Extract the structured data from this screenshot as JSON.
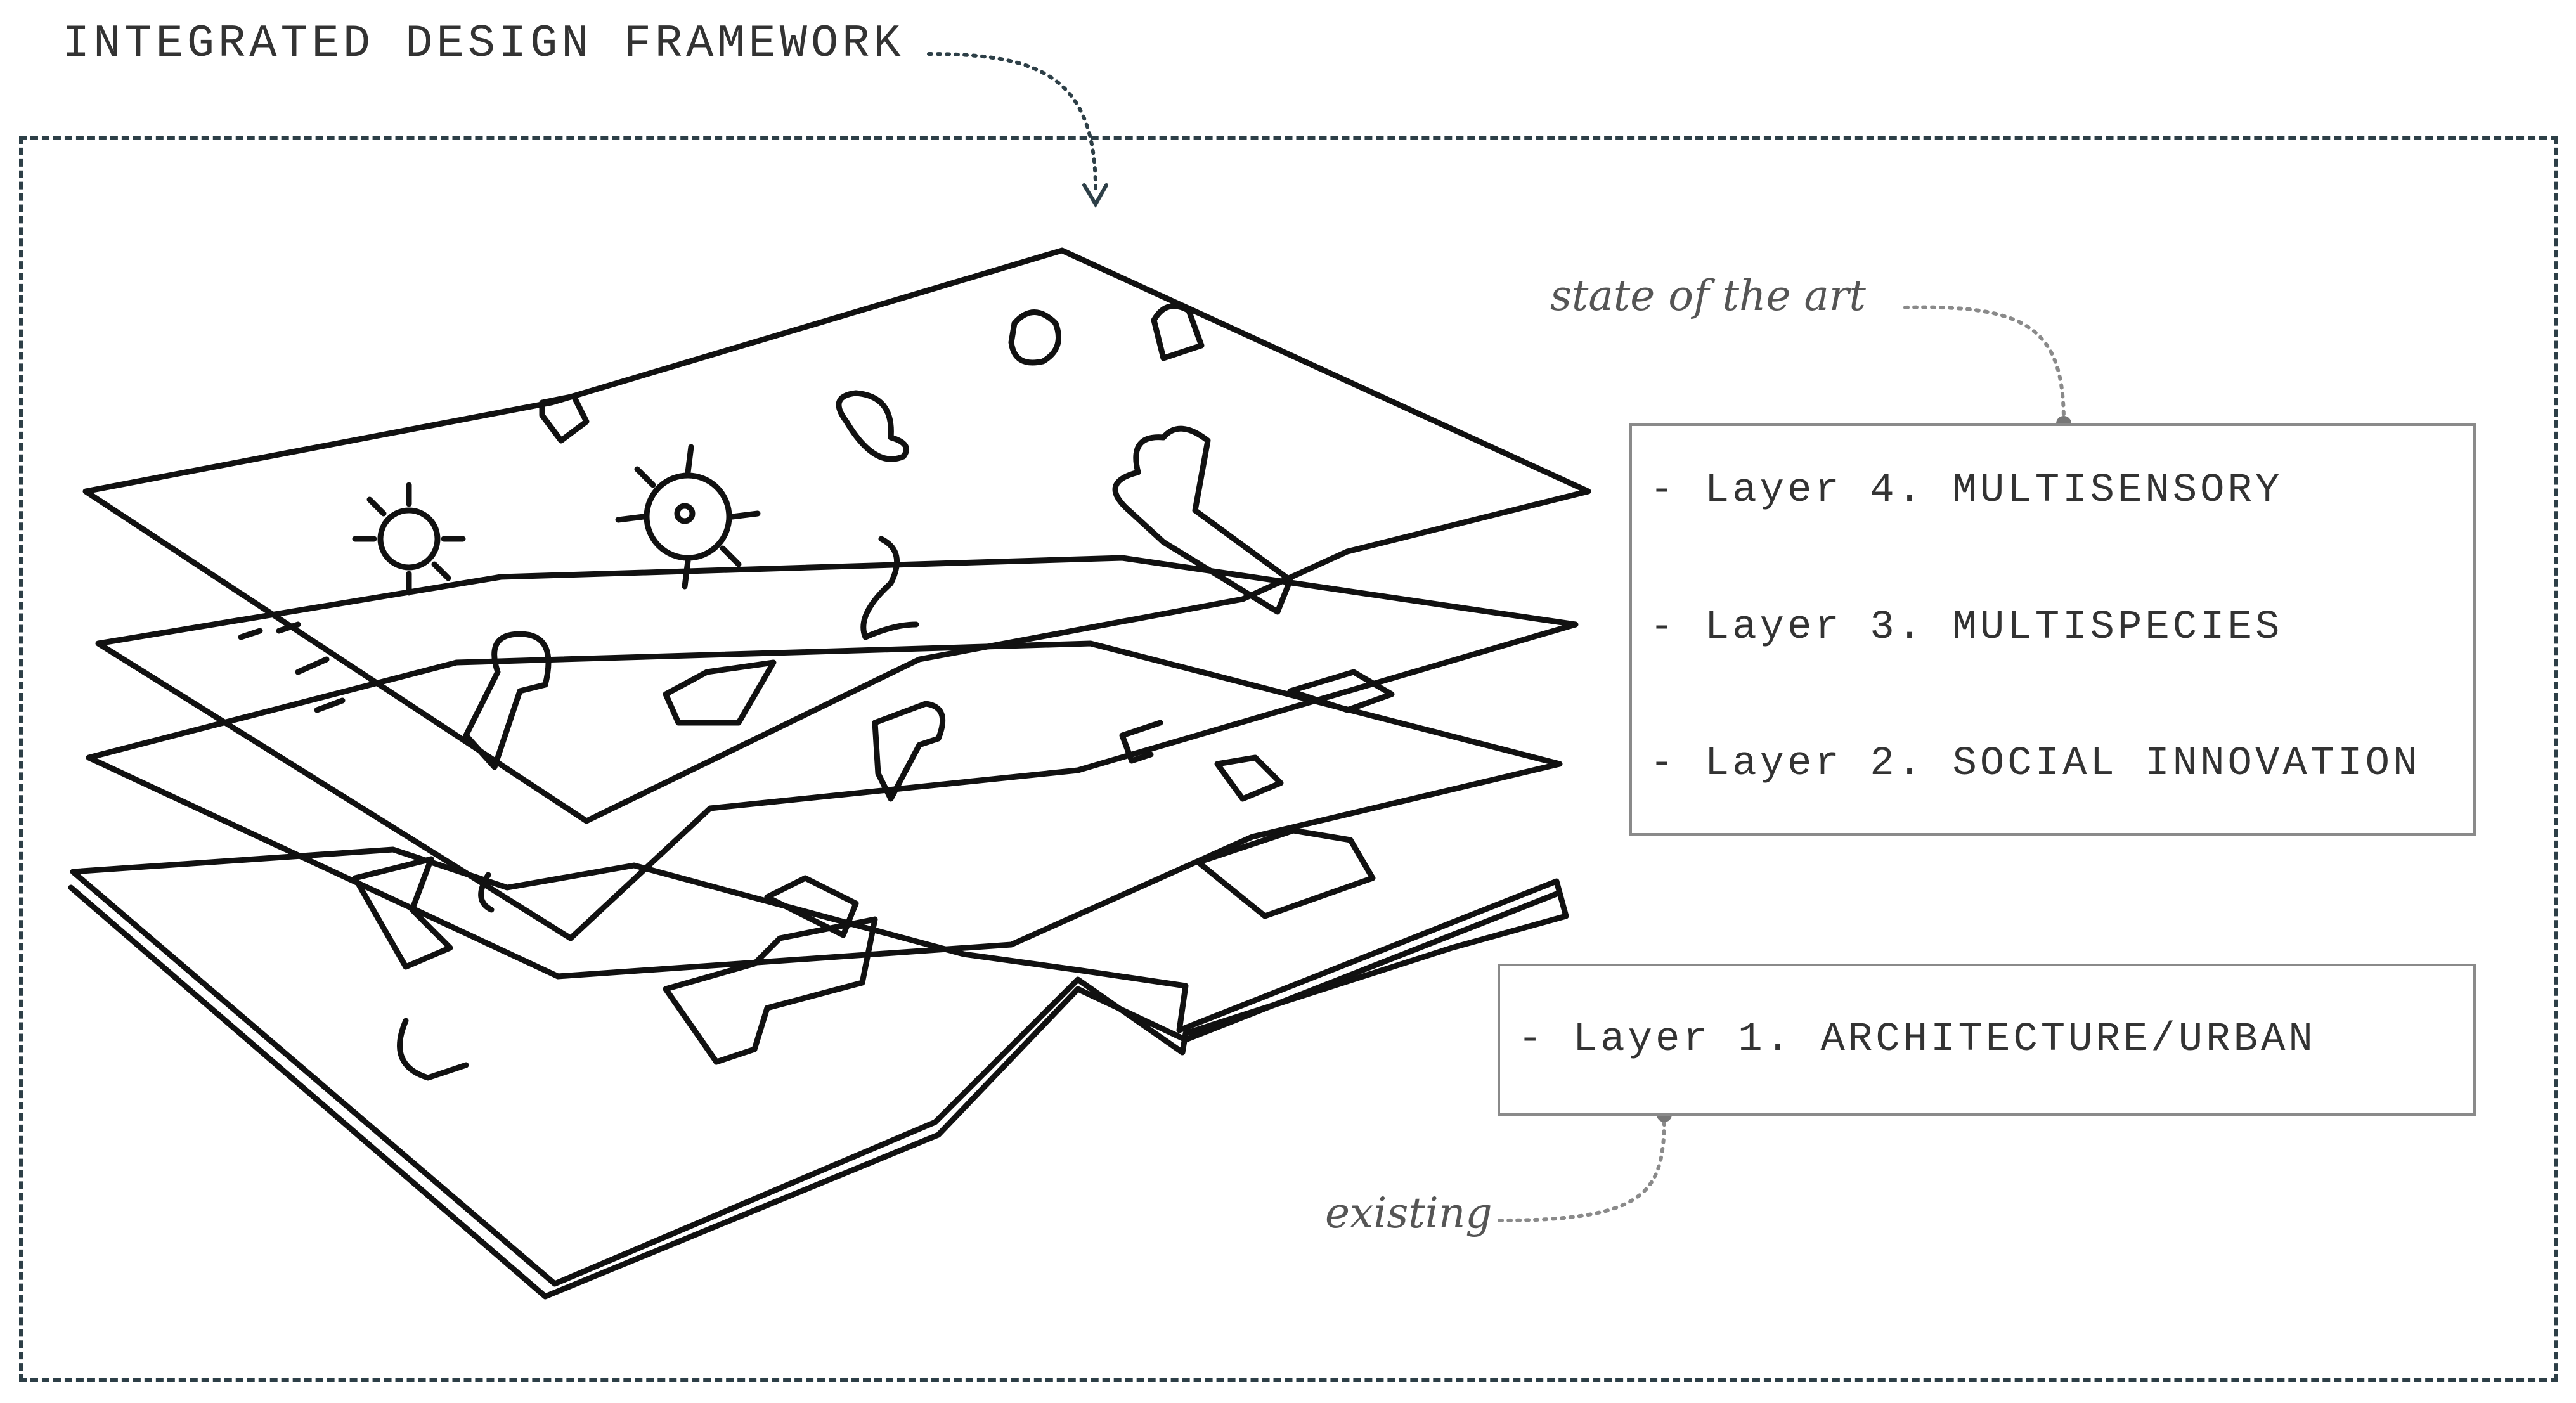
{
  "diagram": {
    "title": "INTEGRATED DESIGN FRAMEWORK",
    "annotations": {
      "upper": "state of the art",
      "lower": "existing"
    },
    "layers_upper": [
      "- Layer 4. MULTISENSORY",
      "- Layer 3. MULTISPECIES",
      "- Layer 2. SOCIAL INNOVATION"
    ],
    "layers_lower": [
      "- Layer 1. ARCHITECTURE/URBAN"
    ],
    "colors": {
      "frame": "#2d3f47",
      "sketch": "#111111",
      "connector": "#8a8a8a"
    }
  }
}
